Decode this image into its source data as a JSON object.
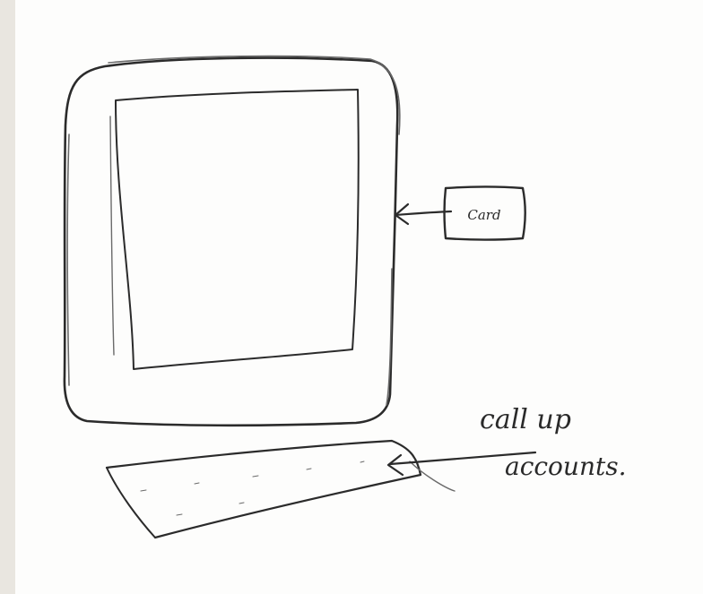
{
  "sketch": {
    "card_label": "Card",
    "note_line1": "call up",
    "note_line2": "accounts."
  }
}
